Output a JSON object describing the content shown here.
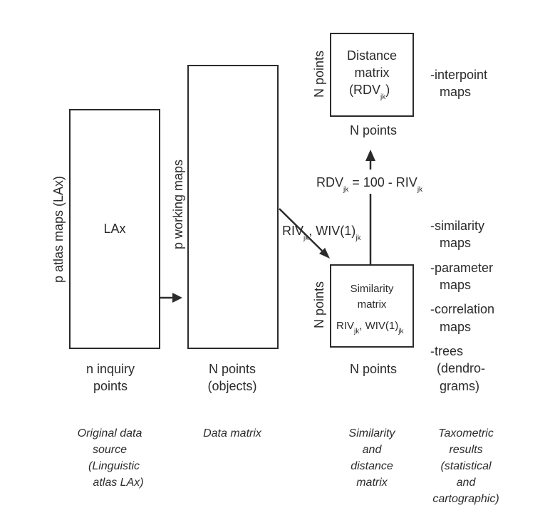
{
  "original": {
    "box_label": "LAx",
    "side_label": "p atlas maps (LAx)",
    "bottom_label": [
      "n inquiry",
      "points"
    ],
    "caption": [
      "Original data",
      "source",
      "(Linguistic",
      "atlas LAx)"
    ]
  },
  "data_matrix": {
    "side_label": "p working maps",
    "bottom_label": [
      "N points",
      "(objects)"
    ],
    "caption": [
      "Data matrix"
    ]
  },
  "link_label": {
    "riv": "RIV",
    "riv_sub": "jk",
    "sep": ", WIV(1)",
    "wiv_sub": "jk"
  },
  "similarity": {
    "title": [
      "Similarity",
      "matrix"
    ],
    "content": {
      "riv": "RIV",
      "riv_sub": "jk",
      "sep": ", WIV(1)",
      "wiv_sub": "jk"
    },
    "side_label": "N points",
    "bottom_label": "N points"
  },
  "conversion": {
    "left": "RDV",
    "left_sub": "jk",
    "middle": " = 100 - RIV",
    "right_sub": "jk"
  },
  "distance": {
    "title": [
      "Distance",
      "matrix"
    ],
    "content": {
      "open": "(RDV",
      "sub": "jk",
      "close": ")"
    },
    "side_label": "N points",
    "bottom_label": "N points"
  },
  "results_top": [
    "-interpoint",
    "maps"
  ],
  "results_bottom": [
    "-similarity",
    "maps",
    "-parameter",
    "maps",
    "-correlation",
    "maps",
    "-trees",
    "(dendro-",
    "grams)"
  ],
  "captions": {
    "similarity": [
      "Similarity",
      "and",
      "distance",
      "matrix"
    ],
    "taxometric": [
      "Taxometric",
      "results",
      "(statistical",
      "and",
      "cartographic)"
    ]
  }
}
